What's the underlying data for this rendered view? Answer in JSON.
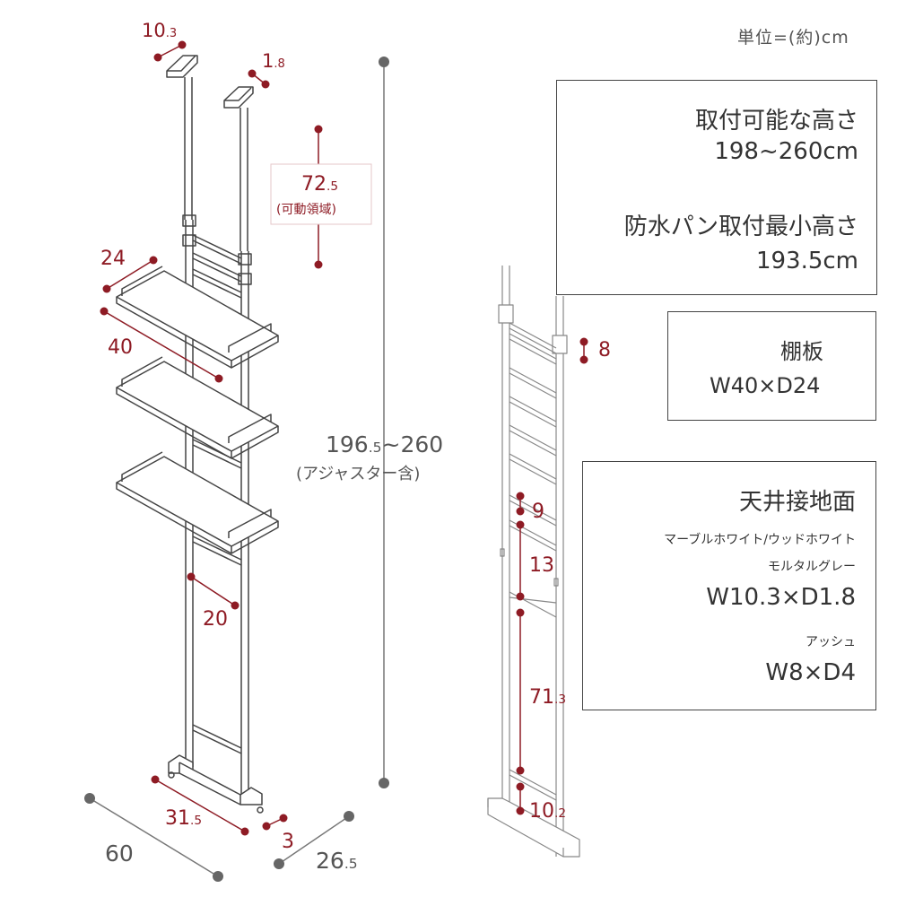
{
  "unit_label": "単位=(約)cm",
  "colors": {
    "accent": "#8e1b24",
    "line": "#777777",
    "frame": "#444444"
  },
  "left_figure": {
    "top_w_main": "10",
    "top_w_dec": ".3",
    "top_d_main": "1",
    "top_d_dec": ".8",
    "adjust_main": "72",
    "adjust_dec": ".5",
    "adjust_note": "(可動領域)",
    "shelf_depth": "24",
    "shelf_width": "40",
    "bar_span": "20",
    "base_w_main": "31",
    "base_w_dec": ".5",
    "base_d": "3",
    "height_a": "196",
    "height_b": ".5",
    "height_c": "~260",
    "height_note": "(アジャスター含)",
    "footprint_w": "60",
    "footprint_d_main": "26",
    "footprint_d_dec": ".5"
  },
  "right_figure": {
    "bracket_h": "8",
    "rung_gap": "9",
    "rung_pitch": "13",
    "span_main": "71",
    "span_dec": ".3",
    "bottom_main": "10",
    "bottom_dec": ".2"
  },
  "box_height": {
    "line1": "取付可能な高さ",
    "line2": "198~260cm",
    "line3": "防水パン取付最小高さ",
    "line4": "193.5cm"
  },
  "box_shelf": {
    "title": "棚板",
    "size": "W40×D24"
  },
  "box_ceiling": {
    "title": "天井接地面",
    "colors_line1": "マーブルホワイト/ウッドホワイト",
    "colors_line2": "モルタルグレー",
    "size1": "W10.3×D1.8",
    "colors_line3": "アッシュ",
    "size2": "W8×D4"
  }
}
